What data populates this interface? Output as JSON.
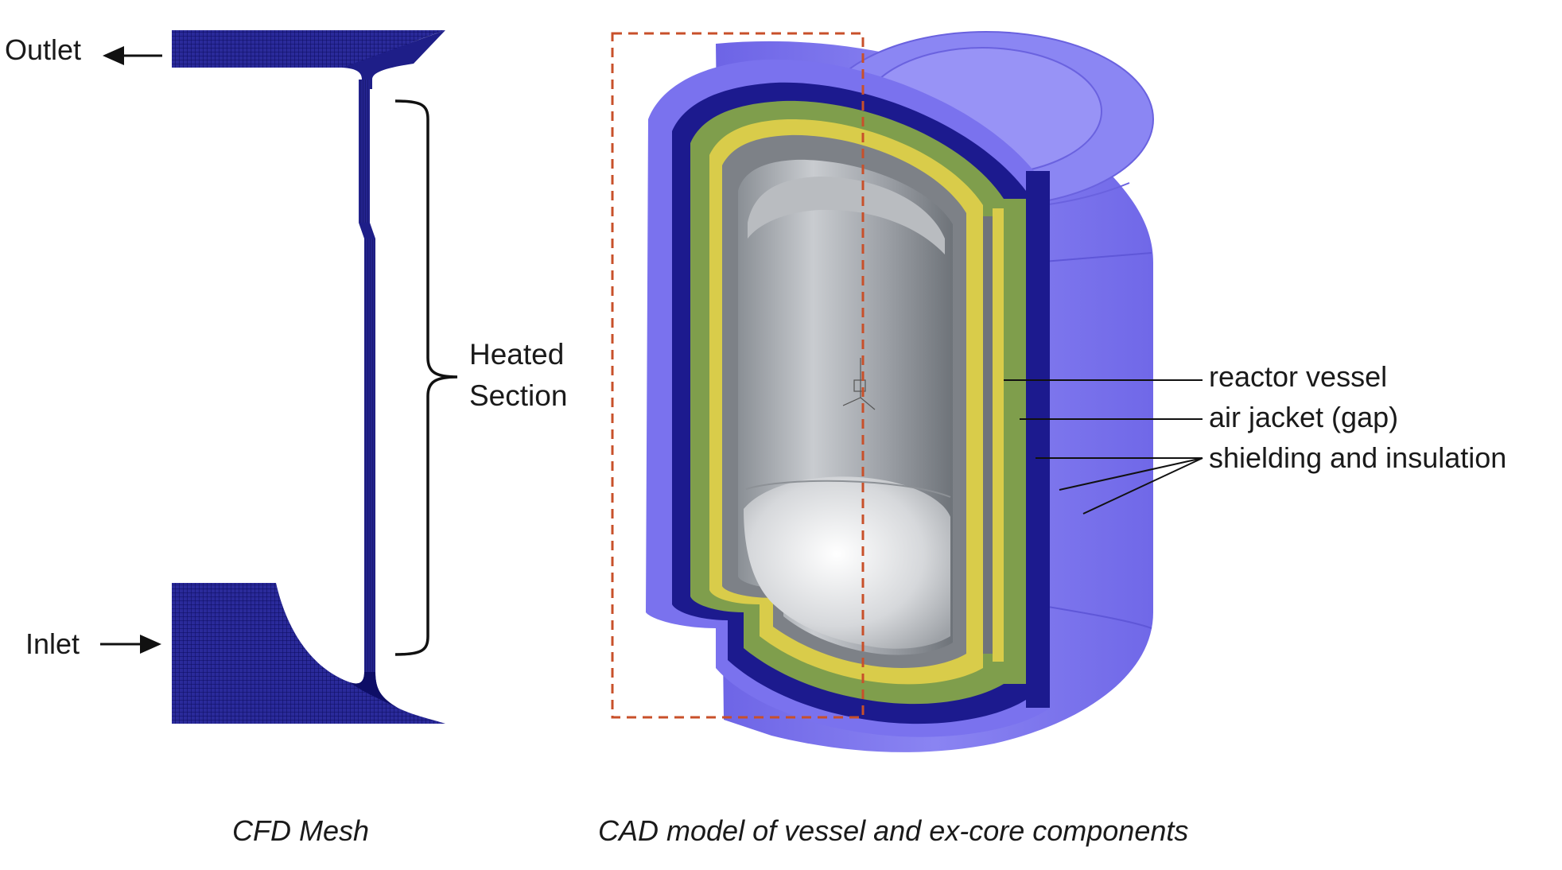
{
  "mesh": {
    "outlet_label": "Outlet",
    "inlet_label": "Inlet",
    "heated_label_line1": "Heated",
    "heated_label_line2": "Section",
    "caption": "CFD Mesh"
  },
  "cad": {
    "labels": {
      "reactor_vessel": "reactor vessel",
      "air_jacket": "air jacket (gap)",
      "shielding": "shielding and insulation"
    },
    "caption": "CAD model of vessel and ex-core components"
  },
  "colors": {
    "mesh": "#1a1a7a",
    "shield_outer": "#7a72ee",
    "shield_inner": "#1c1a8e",
    "insulation": "#7f9e4c",
    "liner": "#d9cc4a",
    "vessel": "#a9adb3",
    "dashed_box": "#c8502a"
  }
}
